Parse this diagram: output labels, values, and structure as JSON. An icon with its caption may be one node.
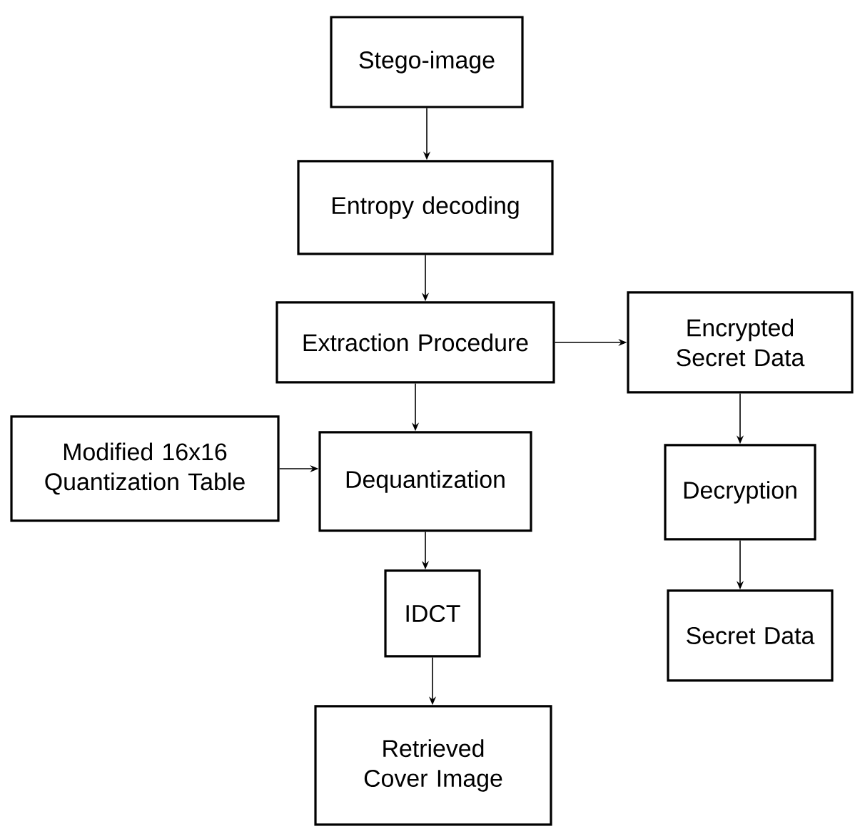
{
  "diagram": {
    "nodes": [
      {
        "text": [
          "Stego-image"
        ]
      },
      {
        "text": [
          "Entropy decoding"
        ]
      },
      {
        "text": [
          "Extraction Procedure"
        ]
      },
      {
        "text": [
          "Encrypted Secret Data"
        ]
      },
      {
        "text": [
          "Modified 16x16 Quantization Table"
        ]
      },
      {
        "text": [
          "Dequantization"
        ]
      },
      {
        "text": [
          "Decryption"
        ]
      },
      {
        "text": [
          "IDCT"
        ]
      },
      {
        "text": [
          "Secret Data"
        ]
      },
      {
        "text": [
          "Retrieved Cover Image"
        ]
      }
    ],
    "edges": [
      {
        "from": 0,
        "to": 1,
        "arrow": "to"
      },
      {
        "from": 1,
        "to": 2,
        "arrow": "to"
      },
      {
        "from": 2,
        "to": 3,
        "arrow": "to"
      },
      {
        "from": 2,
        "to": 5,
        "arrow": "to"
      },
      {
        "from": 4,
        "to": 5,
        "arrow": "to"
      },
      {
        "from": 3,
        "to": 6,
        "arrow": "to"
      },
      {
        "from": 6,
        "to": 8,
        "arrow": "to"
      },
      {
        "from": 5,
        "to": 7,
        "arrow": "to"
      },
      {
        "from": 7,
        "to": 9,
        "arrow": "to"
      }
    ]
  }
}
